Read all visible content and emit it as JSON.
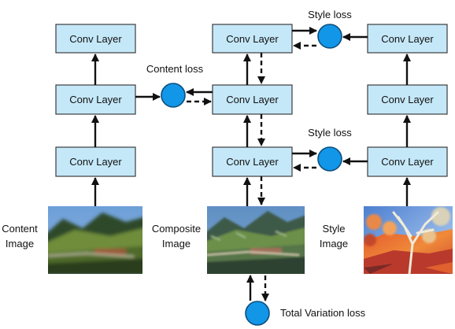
{
  "layer_label": "Conv Layer",
  "labels": {
    "content_loss": "Content loss",
    "style_loss_top": "Style loss",
    "style_loss_bottom": "Style loss",
    "total_variation_loss": "Total Variation loss",
    "content_image": [
      "Content",
      "Image"
    ],
    "composite_image": [
      "Composite",
      "Image"
    ],
    "style_image": [
      "Style",
      "Image"
    ]
  },
  "colors": {
    "box_fill": "#c5e8f9",
    "loss_node": "#1296e8",
    "arrow": "#111111"
  }
}
